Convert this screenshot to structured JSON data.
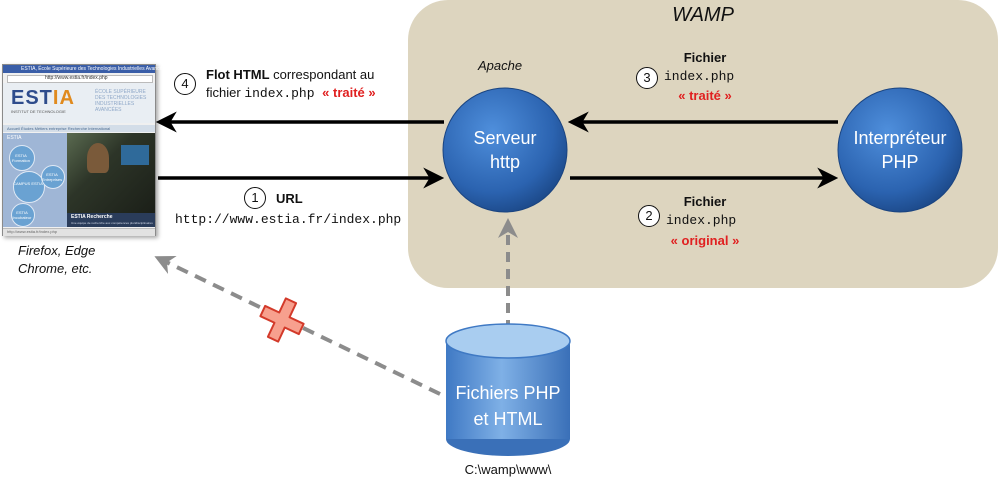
{
  "wamp": {
    "title": "WAMP",
    "apache_label": "Apache"
  },
  "nodes": {
    "server": {
      "line1": "Serveur",
      "line2": "http"
    },
    "interpreter": {
      "line1": "Interpréteur",
      "line2": "PHP"
    },
    "database": {
      "line1": "Fichiers PHP",
      "line2": "et HTML",
      "path": "C:\\wamp\\www\\"
    }
  },
  "browser": {
    "caption_line1": "Firefox, Edge",
    "caption_line2": "Chrome, etc.",
    "title_bar": "ESTIA, École Supérieure des Technologies Industrielles Avancées",
    "url": "http://www.estia.fr/index.php",
    "logo_main": "EST",
    "logo_accent": "IA",
    "logo_sub": "INSTITUT DE TECHNOLOGIE",
    "header_text": "ÉCOLE SUPÉRIEURE DES TECHNOLOGIES INDUSTRIELLES AVANCÉES",
    "nav_text": "Accueil   Études   Métiers entreprise   Recherche   International",
    "left_title": "ESTIA",
    "bubble_campus": "CAMPUS ESTIA",
    "bubble_formation": "ESTIA Formation",
    "bubble_entreprises": "ESTIA Entreprises",
    "bubble_incubateur": "ESTIA Incubateur",
    "research_title": "ESTIA Recherche",
    "research_text": "Une équipe de recherche aux compétences pluridisciplinaires",
    "status_text": "http://www.estia.fr/index.php"
  },
  "steps": {
    "step1": {
      "number": "1",
      "label": "URL",
      "url": "http://www.estia.fr/index.php"
    },
    "step2": {
      "number": "2",
      "title": "Fichier",
      "file": "index.php",
      "state": "« original »"
    },
    "step3": {
      "number": "3",
      "title": "Fichier",
      "file": "index.php",
      "state": "« traité »"
    },
    "step4": {
      "number": "4",
      "bold": "Flot HTML",
      "rest": "correspondant au",
      "line2_prefix": "fichier",
      "file": "index.php",
      "state": "« traité »"
    }
  },
  "colors": {
    "wamp_bg": "#ddd5bf",
    "node_blue": "#2f6dbf",
    "node_blue_dark": "#1a4a8c",
    "arrow": "#000000",
    "dashed_arrow": "#8c8c8c",
    "cross_fill": "#f7a08e",
    "cross_stroke": "#d33a2a",
    "highlight_red": "#e02020"
  },
  "icons": {
    "blocked": "cross-icon",
    "storage": "database-cylinder-icon"
  }
}
